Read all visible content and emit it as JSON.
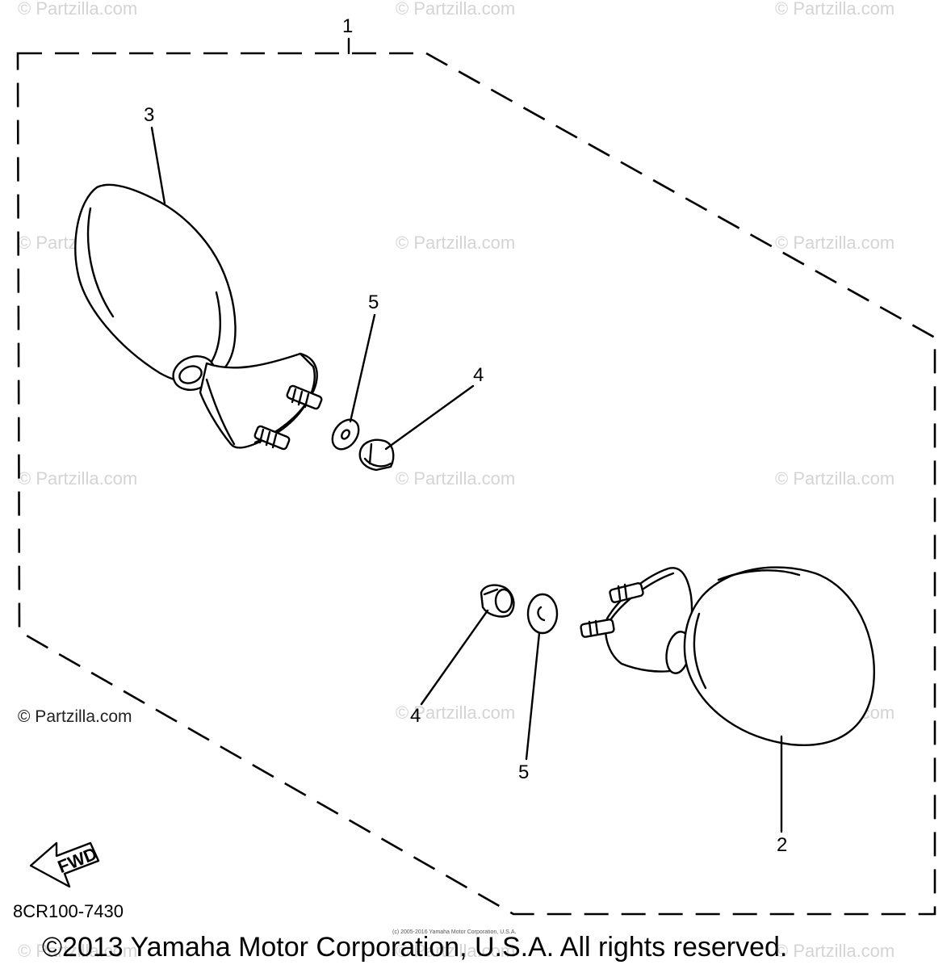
{
  "watermarks": [
    "© Partzilla.com"
  ],
  "main_watermark": "© Partzilla.com",
  "callouts": {
    "assembly": "1",
    "mirror_right": "2",
    "mirror_left": "3",
    "nut_left": "4",
    "nut_right": "4",
    "washer_left": "5",
    "washer_right": "5"
  },
  "fwd_label": "FWD",
  "diagram_code": "8CR100-7430",
  "small_copyright": "(c) 2005-2016 Yamaha Motor Corporation, U.S.A.",
  "copyright": "©2013 Yamaha Motor Corporation, U.S.A. All rights reserved."
}
